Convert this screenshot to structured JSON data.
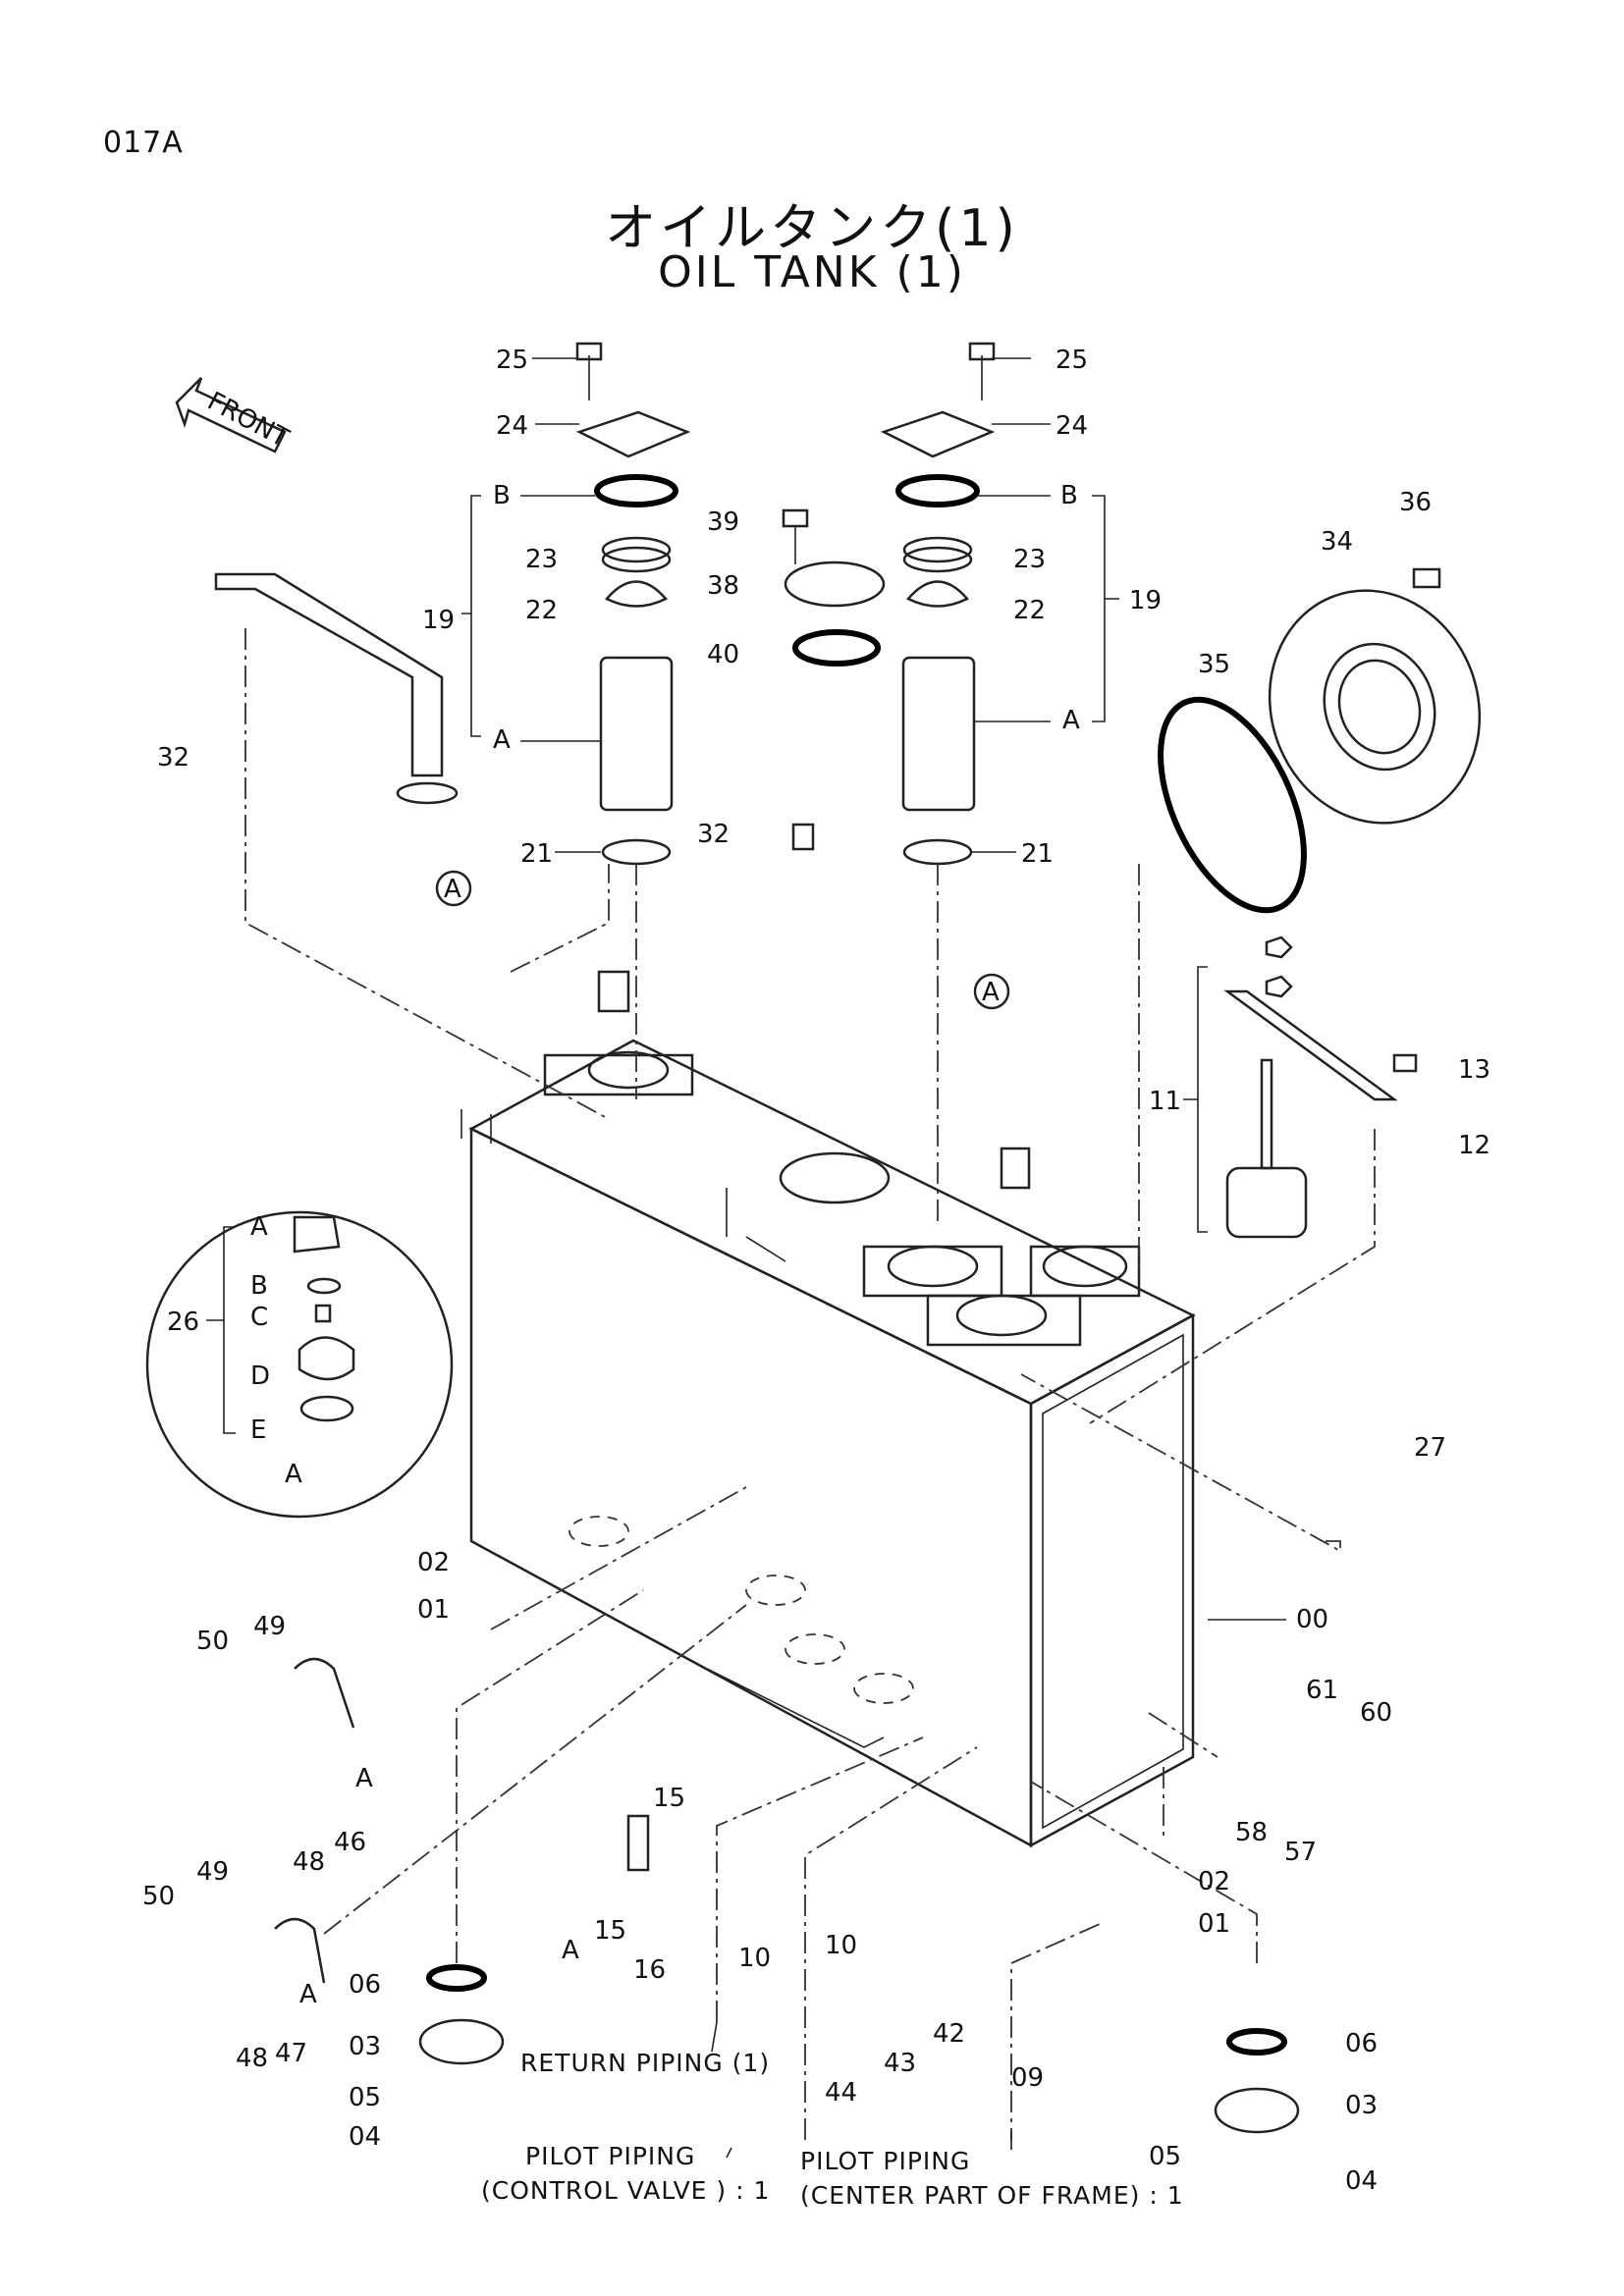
{
  "page_code": "017A",
  "title_jp": "オイルタンク(1)",
  "title_en": "OIL   TANK (1)",
  "front_tag": "FRONT",
  "callout_letter": "A",
  "notes": {
    "return_piping": "RETURN  PIPING (1)",
    "pilot_cv_1": "PILOT  PIPING",
    "pilot_cv_2": "(CONTROL  VALVE ) : 1",
    "pilot_frame_1": "PILOT  PIPING",
    "pilot_frame_2": "(CENTER  PART  OF  FRAME) : 1"
  },
  "labels": {
    "p25a": "25",
    "p24a": "24",
    "p25b": "25",
    "p24b": "24",
    "pBa": "B",
    "pBb": "B",
    "p23a": "23",
    "p23b": "23",
    "p22a": "22",
    "p22b": "22",
    "p19a": "19",
    "p19b": "19",
    "pAa": "A",
    "pAb": "A",
    "p21a": "21",
    "p21b": "21",
    "p39": "39",
    "p38": "38",
    "p40": "40",
    "p32a": "32",
    "p32b": "32",
    "p36": "36",
    "p34": "34",
    "p35": "35",
    "p13": "13",
    "p11": "11",
    "p12": "12",
    "p26": "26",
    "dA": "A",
    "dB": "B",
    "dC": "C",
    "dD": "D",
    "dE": "E",
    "dAb": "A",
    "p27": "27",
    "p00": "00",
    "p02a": "02",
    "p01a": "01",
    "p02b": "02",
    "p01b": "01",
    "p61": "61",
    "p60": "60",
    "p58": "58",
    "p57": "57",
    "p50a": "50",
    "p49a": "49",
    "p48a": "48",
    "p46": "46",
    "pA46": "A",
    "p50b": "50",
    "p49b": "49",
    "p48b": "48",
    "p47": "47",
    "pA47": "A",
    "p15a": "15",
    "p15b": "15",
    "p16": "16",
    "pA16": "A",
    "p10a": "10",
    "p10b": "10",
    "p06a": "06",
    "p03a": "03",
    "p05a": "05",
    "p04a": "04",
    "p44": "44",
    "p43": "43",
    "p42": "42",
    "p09": "09",
    "p06b": "06",
    "p03b": "03",
    "p05b": "05",
    "p04b": "04",
    "calloutA1": "A",
    "calloutA2": "A"
  }
}
